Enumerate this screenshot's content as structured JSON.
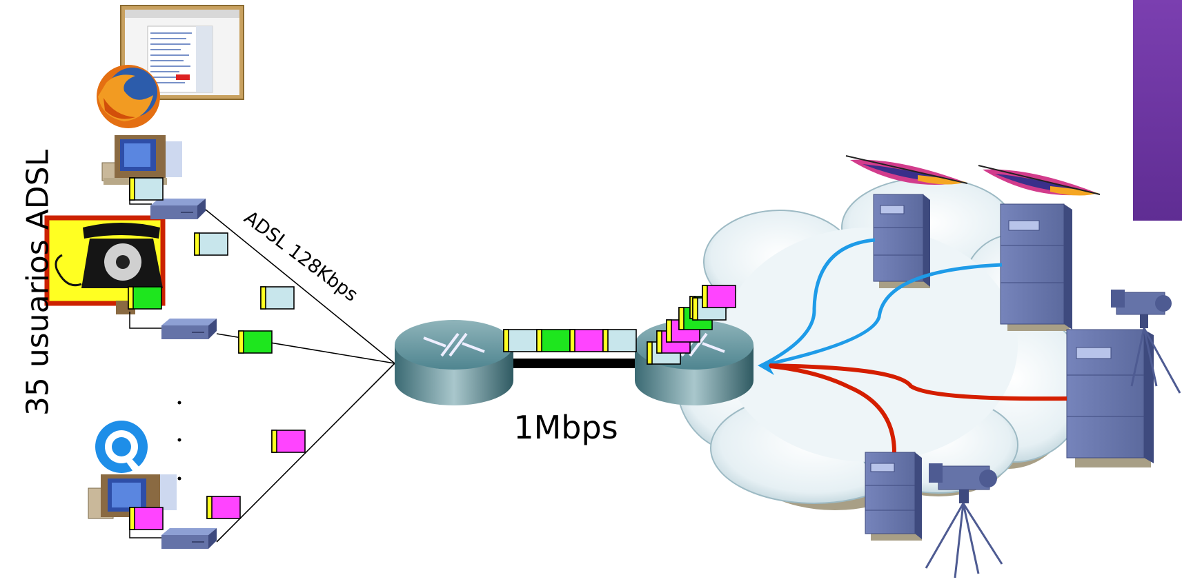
{
  "labels": {
    "users": "35 usuarios ADSL",
    "access_link": "ADSL 128Kbps",
    "trunk_link": "1Mbps"
  },
  "icons": [
    "browser-window-icon",
    "firefox-icon",
    "phone-icon",
    "quicktime-icon",
    "computer-icon",
    "adsl-modem-icon",
    "router-icon",
    "cloud-icon",
    "server-icon",
    "apache-feather-icon",
    "video-camera-icon"
  ],
  "colors": {
    "web_packet": "#c8e6ec",
    "voice_packet": "#1ee61e",
    "video_packet": "#ff44ff",
    "packet_header": "#ffff22",
    "web_flow": "#1e9be8",
    "video_flow": "#d41e00",
    "server": "#6573a8",
    "router": "#4f8590",
    "phone_bg": "#ffff22",
    "phone_frame": "#cc2200"
  }
}
